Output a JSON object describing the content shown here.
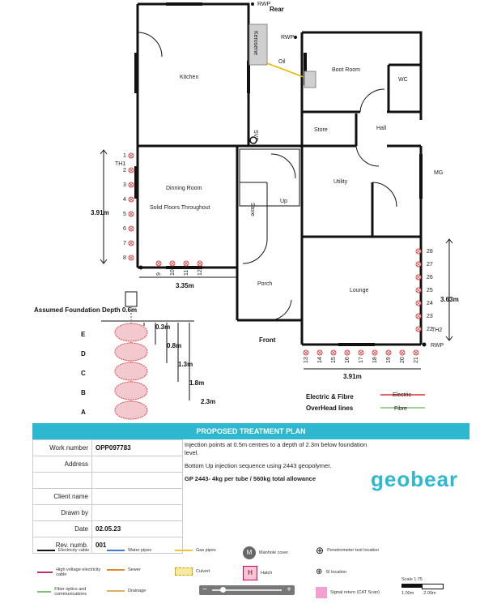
{
  "rooms": {
    "kitchen": "Kitchen",
    "dining": "Dinning Room",
    "solid_floors": "Solid Floors Throughout",
    "boot_room": "Boot Room",
    "wc": "WC",
    "store_upper": "Store",
    "hall": "Hall",
    "utility": "Utility",
    "store_side": "Store",
    "porch": "Porch",
    "lounge": "Lounge",
    "kerosene": "Kerosene",
    "oil": "Oil",
    "up": "Up"
  },
  "labels": {
    "rear": "Rear",
    "front": "Front",
    "rwp": "RWP",
    "svp": "SVP",
    "mg": "MG",
    "th1": "TH1",
    "th2": "TH2"
  },
  "dimensions": {
    "left_height": "3.91m",
    "bottom_width": "3.35m",
    "lounge_height": "3.63m",
    "lounge_width": "3.91m"
  },
  "left_points": [
    "1",
    "2",
    "3",
    "4",
    "5",
    "6",
    "7",
    "8"
  ],
  "bottom_points": [
    "9",
    "10",
    "11",
    "12"
  ],
  "right_points": [
    "28",
    "27",
    "26",
    "25",
    "24",
    "23",
    "22"
  ],
  "front_points": [
    "13",
    "14",
    "15",
    "16",
    "17",
    "18",
    "19",
    "20",
    "21"
  ],
  "foundation": {
    "title": "Assumed Foundation Depth 0.6m",
    "letters": [
      "E",
      "D",
      "C",
      "B",
      "A"
    ],
    "depths": [
      "0.3m",
      "0.8m",
      "1.3m",
      "1.8m",
      "2.3m"
    ]
  },
  "overhead": {
    "line1": "Electric & Fibre",
    "line2": "OverHead lines",
    "electric": "Electric",
    "fibre": "Fibre",
    "electric_color": "#e03030",
    "fibre_color": "#7cc26a"
  },
  "plan": {
    "header": "PROPOSED TREATMENT PLAN",
    "rows": [
      {
        "k": "Work number",
        "v": "OPP097783"
      },
      {
        "k": "Address",
        "v": ""
      },
      {
        "k": "",
        "v": ""
      },
      {
        "k": "Client name",
        "v": ""
      },
      {
        "k": "Drawn by",
        "v": ""
      },
      {
        "k": "Date",
        "v": "02.05.23"
      },
      {
        "k": "Rev. numb.",
        "v": "001"
      }
    ],
    "note1": "Injection points at 0.5m centres to a depth of 2.3m below foundation level.",
    "note2": "Bottom Up injection sequence using 2443 geopolymer.",
    "note3": "GP 2443- 4kg per tube / 560kg total allowance",
    "brand": "geobear",
    "accent": "#2db8d0"
  },
  "legend": {
    "electricity": "Electricity cable",
    "water": "Water pipes",
    "gas": "Gas pipes",
    "manhole": "Manhole cover",
    "penetrometer": "Penetrometer test location",
    "hv": "High voltage electricity cable",
    "sewer": "Sewer",
    "culvert": "Culvert",
    "hatch": "Hatch",
    "si": "SI location",
    "fibre": "Fiber optics and communications",
    "drainage": "Drainage",
    "signal": "Signal return (CAT Scan)",
    "scale": "Scale 1:75",
    "scale_a": "1.00m",
    "scale_b": "2.00m",
    "manhole_letter": "M",
    "hatch_letter": "H"
  },
  "zoom": {
    "minus": "−",
    "plus": "+"
  }
}
